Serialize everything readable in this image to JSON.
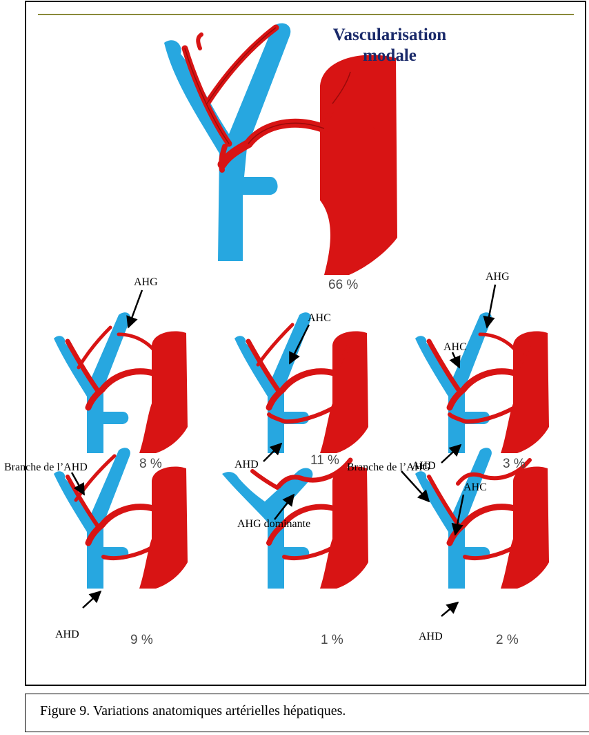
{
  "title": {
    "line1": "Vascularisation",
    "line2": "modale"
  },
  "percentages": {
    "main": "66 %",
    "p8": "8 %",
    "p11": "11 %",
    "p3": "3 %",
    "p9": "9 %",
    "p1": "1 %",
    "p2": "2 %"
  },
  "labels": {
    "ahg_1": "AHG",
    "ahc_2": "AHC",
    "ahd_2": "AHD",
    "ahg_3": "AHG",
    "ahc_3": "AHC",
    "ahd_3": "AHD",
    "branche_ahd": "Branche de l’AHD",
    "ahd_4": "AHD",
    "ahg_dominante": "AHG dominante",
    "branche_ahg": "Branche de l’AHG",
    "ahc_6": "AHC",
    "ahd_6": "AHD"
  },
  "caption": "Figure 9. Variations anatomiques artérielles hépatiques.",
  "colors": {
    "vein": "#27a7e0",
    "artery": "#d81414",
    "artery_dark": "#9a0a0a",
    "title": "#1a2a6a",
    "rule": "#8a8a3a"
  }
}
